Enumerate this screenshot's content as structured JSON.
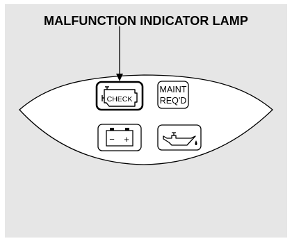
{
  "diagram": {
    "title": "MALFUNCTION INDICATOR LAMP",
    "lamps": {
      "check_engine": {
        "label": "CHECK"
      },
      "maint_reqd": {
        "line1": "MAINT",
        "line2": "REQ'D"
      },
      "battery": {
        "minus": "−",
        "plus": "+"
      }
    }
  }
}
